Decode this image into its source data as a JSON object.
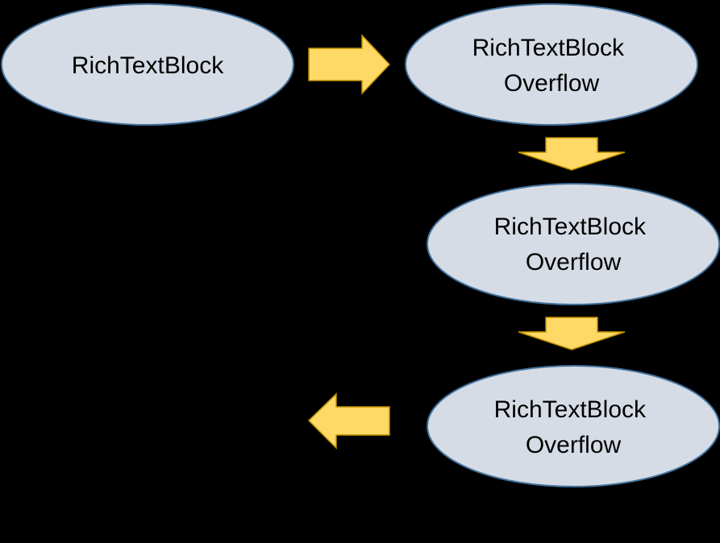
{
  "colors": {
    "background": "#000000",
    "node_fill": "#D6DCE5",
    "node_stroke": "#41719C",
    "node_text": "#000000",
    "arrow_fill": "#FFD966",
    "arrow_stroke": "#BF9000"
  },
  "nodes": [
    {
      "id": "node-1",
      "lines": [
        "RichTextBlock"
      ]
    },
    {
      "id": "node-2",
      "lines": [
        "RichTextBlock",
        "Overflow"
      ]
    },
    {
      "id": "node-3",
      "lines": [
        "RichTextBlock",
        "Overflow"
      ]
    },
    {
      "id": "node-4",
      "lines": [
        "RichTextBlock",
        "Overflow"
      ]
    }
  ],
  "arrows": [
    {
      "id": "arrow-1",
      "direction": "right",
      "from": "node-1",
      "to": "node-2"
    },
    {
      "id": "arrow-2",
      "direction": "down",
      "from": "node-2",
      "to": "node-3"
    },
    {
      "id": "arrow-3",
      "direction": "down",
      "from": "node-3",
      "to": "node-4"
    },
    {
      "id": "arrow-4",
      "direction": "left",
      "from": "node-4",
      "to": ""
    }
  ]
}
